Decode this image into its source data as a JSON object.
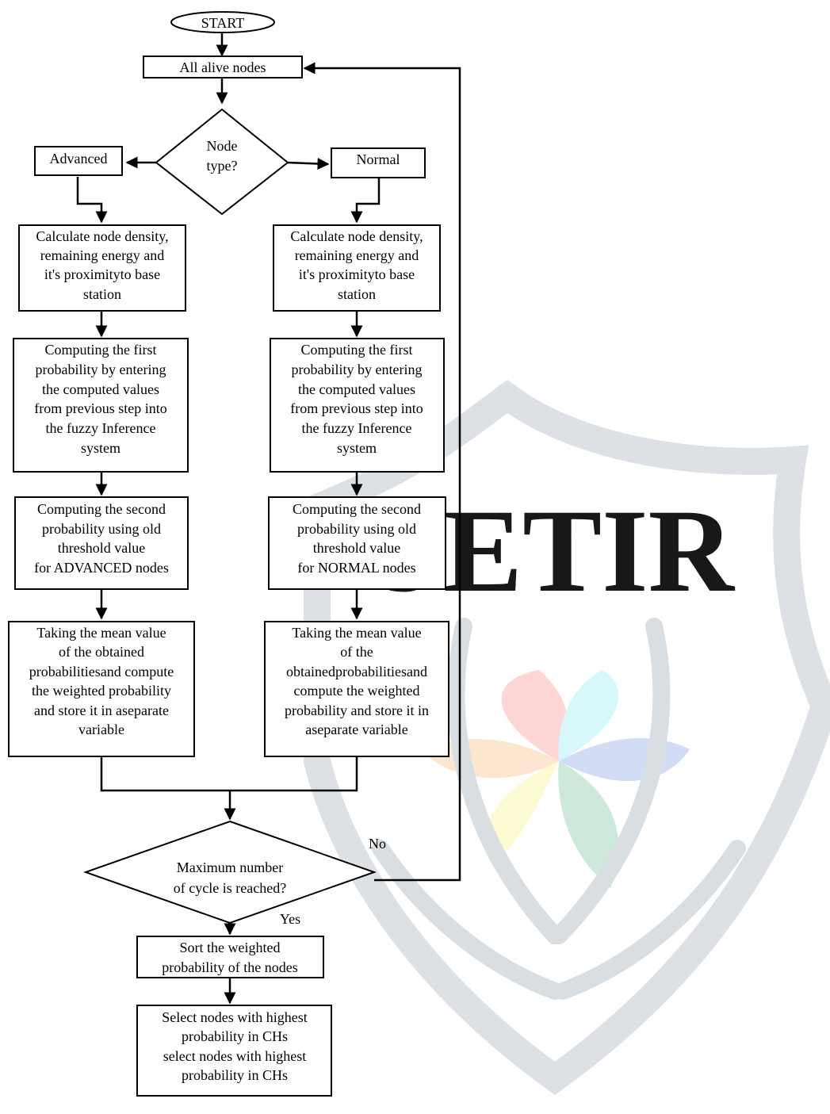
{
  "watermark": {
    "text": "JETIR",
    "shield_color": "#d9dee2",
    "petal_colors": [
      "#ffd6d6",
      "#d6f8fb",
      "#d2dcf4",
      "#cde9dc",
      "#fdfbd2",
      "#fde6d0"
    ]
  },
  "flowchart": {
    "start": "START",
    "alive_nodes": "All alive nodes",
    "decision_node_type": [
      "Node",
      "type?"
    ],
    "advanced_label": "Advanced",
    "normal_label": "Normal",
    "advanced_branch": {
      "calc": [
        "Calculate node density,",
        "remaining energy and",
        "it's proximityto base",
        "station"
      ],
      "first_prob": [
        "Computing the first",
        "probability by entering",
        "the computed values",
        "from previous step into",
        "the fuzzy Inference",
        "system"
      ],
      "second_prob": [
        "Computing the second",
        "probability using old",
        "threshold value",
        "for ADVANCED nodes"
      ],
      "mean": [
        "Taking the mean value",
        "of the obtained",
        "probabilitiesand compute",
        "the weighted probability",
        "and store it in aseparate",
        "variable"
      ]
    },
    "normal_branch": {
      "calc": [
        "Calculate node density,",
        "remaining energy and",
        "it's proximityto base",
        "station"
      ],
      "first_prob": [
        "Computing the first",
        "probability by entering",
        "the computed values",
        "from previous step into",
        "the fuzzy Inference",
        "system"
      ],
      "second_prob": [
        "Computing the second",
        "probability using old",
        "threshold value",
        "for NORMAL nodes"
      ],
      "mean": [
        "Taking the mean value",
        "of the",
        "obtainedprobabilitiesand",
        "compute the weighted",
        "probability and store it in",
        "aseparate variable"
      ]
    },
    "decision_max_cycle": [
      "Maximum number",
      "of cycle is reached?"
    ],
    "no_label": "No",
    "yes_label": "Yes",
    "sort": [
      "Sort the weighted",
      "probability of the nodes"
    ],
    "select": [
      "Select nodes with highest",
      "probability in CHs",
      "select nodes with highest",
      "probability in CHs"
    ]
  }
}
